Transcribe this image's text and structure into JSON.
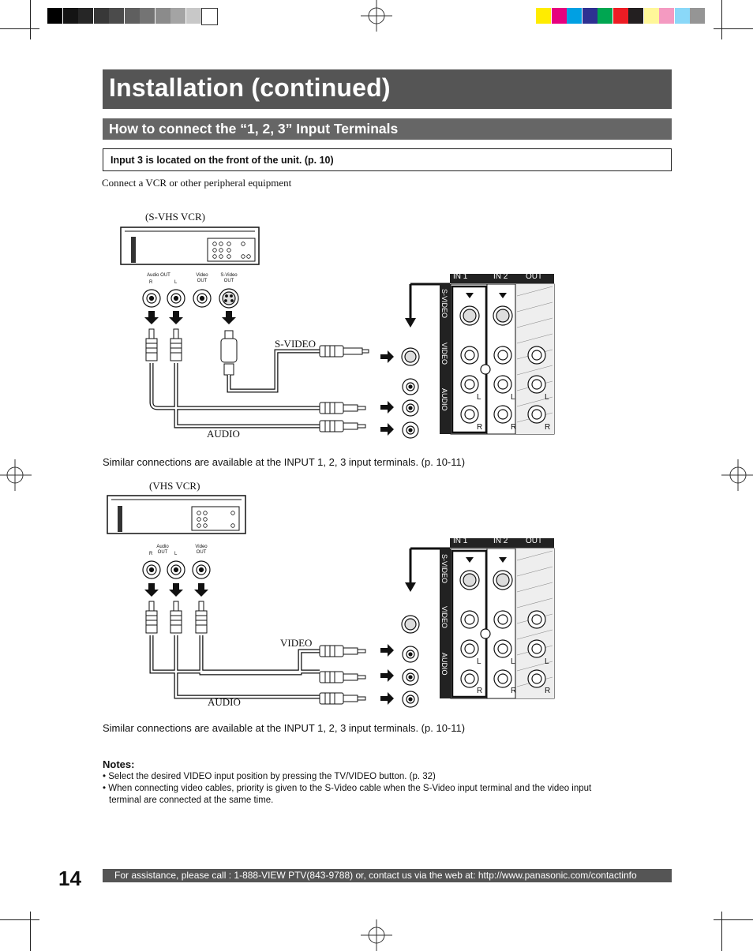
{
  "header": {
    "title": "Installation (continued)",
    "subtitle": "How to connect the “1, 2, 3” Input Terminals",
    "note_box": "Input 3 is located on the front of the unit. (p. 10)",
    "intro": "Connect a VCR or other peripheral equipment"
  },
  "diagram1": {
    "device_label": "(S-VHS VCR)",
    "svideo_label": "S-VIDEO",
    "audio_label": "AUDIO",
    "caption": "Similar connections are available at the INPUT 1, 2, 3 input terminals. (p. 10-11)"
  },
  "diagram2": {
    "device_label": "(VHS VCR)",
    "video_label": "VIDEO",
    "audio_label": "AUDIO",
    "caption": "Similar connections are available at the INPUT 1, 2, 3 input terminals. (p. 10-11)"
  },
  "vcr_jacks": {
    "audio_out": "Audio OUT",
    "video_out": "Video OUT",
    "svideo_out": "S-Video OUT",
    "r": "R",
    "l": "L"
  },
  "tv_panel": {
    "in1": "IN 1",
    "in2": "IN 2",
    "out": "OUT",
    "svideo": "S-VIDEO",
    "video": "VIDEO",
    "audio": "AUDIO",
    "l": "L",
    "r": "R"
  },
  "notes": {
    "title": "Notes:",
    "items": [
      "• Select the desired VIDEO input position by pressing the TV/VIDEO button. (p. 32)",
      "• When connecting video cables, priority is given to the S-Video cable when the S-Video input terminal and the video input",
      "terminal are connected at the same time."
    ]
  },
  "footer": {
    "page_number": "14",
    "assistance": "For assistance, please call : 1-888-VIEW PTV(843-9788) or, contact us via the web at: http://www.panasonic.com/contactinfo"
  },
  "colors": {
    "grayscale": [
      "#000000",
      "#141414",
      "#262626",
      "#383838",
      "#4b4b4b",
      "#5f5f5f",
      "#747474",
      "#8b8b8b",
      "#a4a4a4",
      "#c8c8c8",
      "#ffffff"
    ],
    "process": [
      "#ffec00",
      "#e6007e",
      "#00a0e3",
      "#2e3192",
      "#00a651",
      "#ed1c24",
      "#231f20",
      "#fff799",
      "#f49ac1",
      "#8ad8f8",
      "#959595"
    ]
  }
}
